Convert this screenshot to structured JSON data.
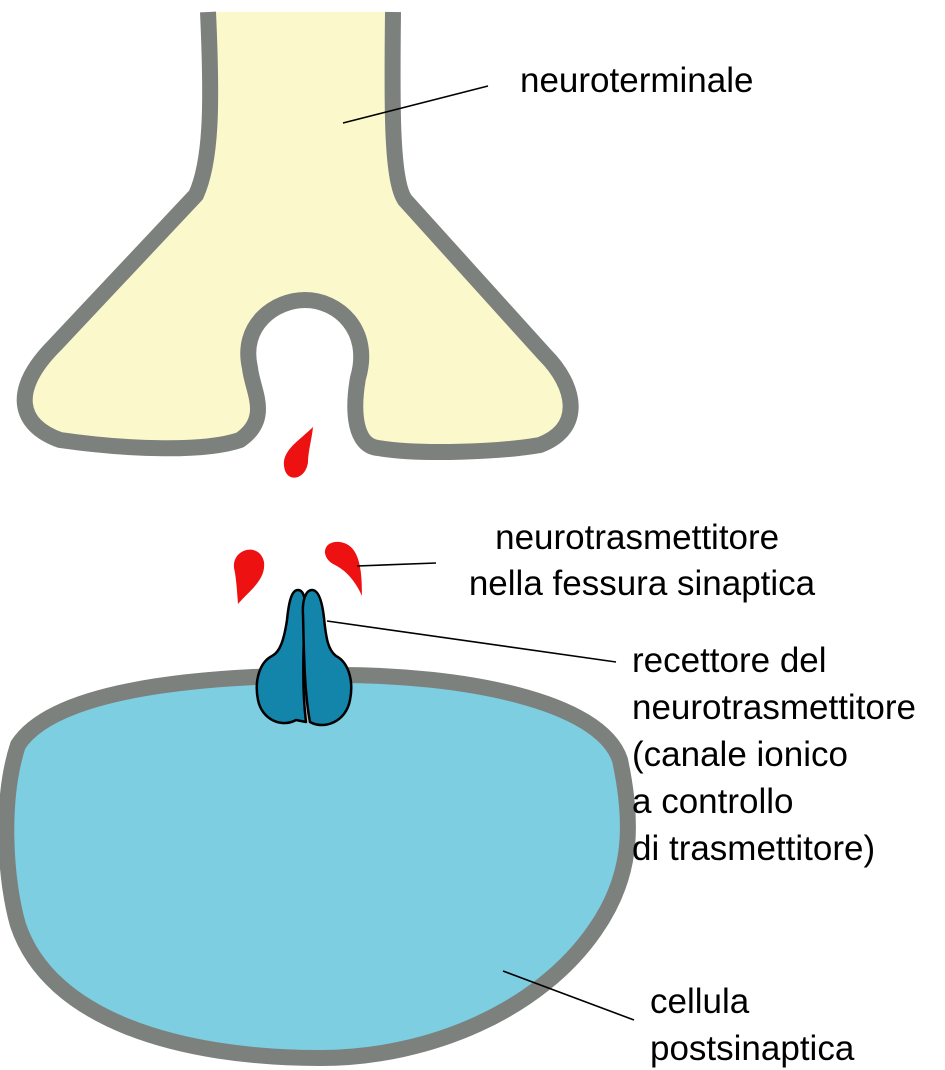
{
  "colors": {
    "membrane": "#7d817d",
    "presynaptic_fill": "#fbf9cc",
    "postsynaptic_fill": "#7ecee1",
    "neurotransmitter": "#ee1111",
    "receptor_fill": "#1385ab",
    "receptor_outline": "#000000",
    "pore_fill": "#bfc3bf",
    "text": "#000000"
  },
  "labels": {
    "neuroterminal": [
      "neuroterminale"
    ],
    "neurotransmitter": [
      "neurotrasmettitore",
      "nella fessura sinaptica"
    ],
    "receptor": [
      "recettore del",
      "neurotrasmettitore",
      "(canale ionico",
      "a controllo",
      "di trasmettitore)"
    ],
    "postsynaptic_cell": [
      "cellula",
      "postsinaptica"
    ]
  }
}
